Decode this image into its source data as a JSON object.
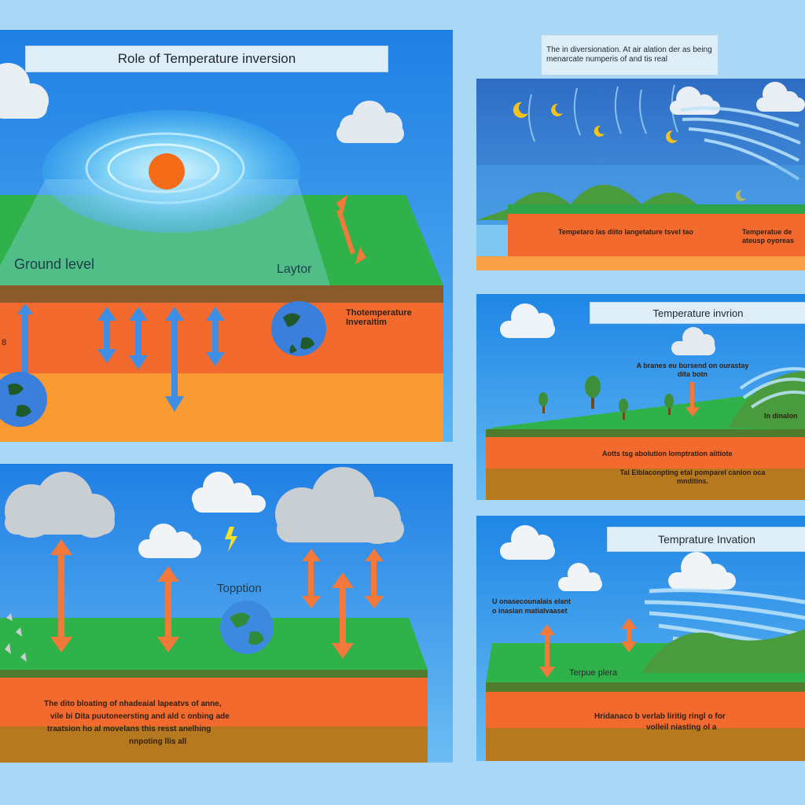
{
  "main_panel": {
    "title": "Role of Temperature inversion",
    "ground_label": "Ground level",
    "layer_label": "Laytor",
    "inversion_label": "Thotemperature Inveraitim",
    "edge_mark": "8"
  },
  "top_note": {
    "text": "The in diversionation. At air alation der as being menarcate numperis of and tis real"
  },
  "night_panel": {
    "caption_left": "Tempetaro las diito langetature tsvel tao",
    "caption_right": "Temperatue de ateusp oyoreas"
  },
  "middle_right_panel": {
    "title": "Temperature invrion",
    "note": "A branes eu bursend on ourastay dita botn",
    "side_label": "In dinalon",
    "caption_1": "Aotts tsg abolution lomptration aiitiote",
    "caption_2": "Tal Eiblaconpting etal pomparel canlon oca mnditins."
  },
  "bottom_left_panel": {
    "globe_label": "Topption",
    "caption_1": "The dito bloating of nhadeaial lapeatvs of anne,",
    "caption_2": "vile bi Dita puutoneersting and ald c onbing ade",
    "caption_3": "traatsion ho al movelans this resst anelhing",
    "caption_4": "nnpoting llis all"
  },
  "bottom_right_panel": {
    "title": "Temprature Invation",
    "note_1": "U onasecounalais elant",
    "note_2": "o inasian matialvaaset",
    "ground_label": "Terpue plera",
    "caption_1": "Hridanaco b verlab liritig ringl o for",
    "caption_2": "volleil niasting ol a"
  },
  "colors": {
    "sky": "#2f8ee6",
    "grass": "#2fb24a",
    "warm_layer": "#f26a2e",
    "warm_layer_light": "#f99a33",
    "soil": "#b7791f",
    "arrow_blue": "#3e8ee6",
    "arrow_orange": "#f2793a",
    "sun": "#f56b18"
  }
}
